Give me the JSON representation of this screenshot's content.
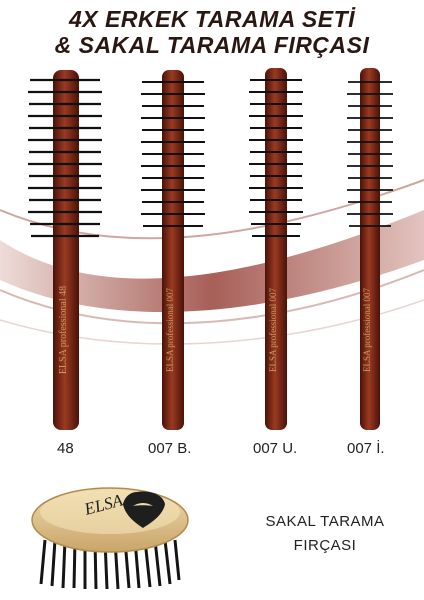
{
  "title": {
    "line1": "4X ERKEK TARAMA SETİ",
    "line2": "& SAKAL TARAMA FIRÇASI"
  },
  "brushes": [
    {
      "label": "48",
      "brand_text": "ELSA professional 48"
    },
    {
      "label": "007 B.",
      "brand_text": "ELSA professional 007"
    },
    {
      "label": "007 U.",
      "brand_text": "ELSA professional 007"
    },
    {
      "label": "007 İ.",
      "brand_text": "ELSA professional 007"
    }
  ],
  "beard_brush": {
    "label_line1": "SAKAL TARAMA",
    "label_line2": "FIRÇASI",
    "logo_text": "ELSA"
  },
  "colors": {
    "wood": "#7a2a1a",
    "bristle": "#1a1a1a",
    "swoosh": "#8a2a20",
    "beard_wood": "#e0c48e"
  }
}
